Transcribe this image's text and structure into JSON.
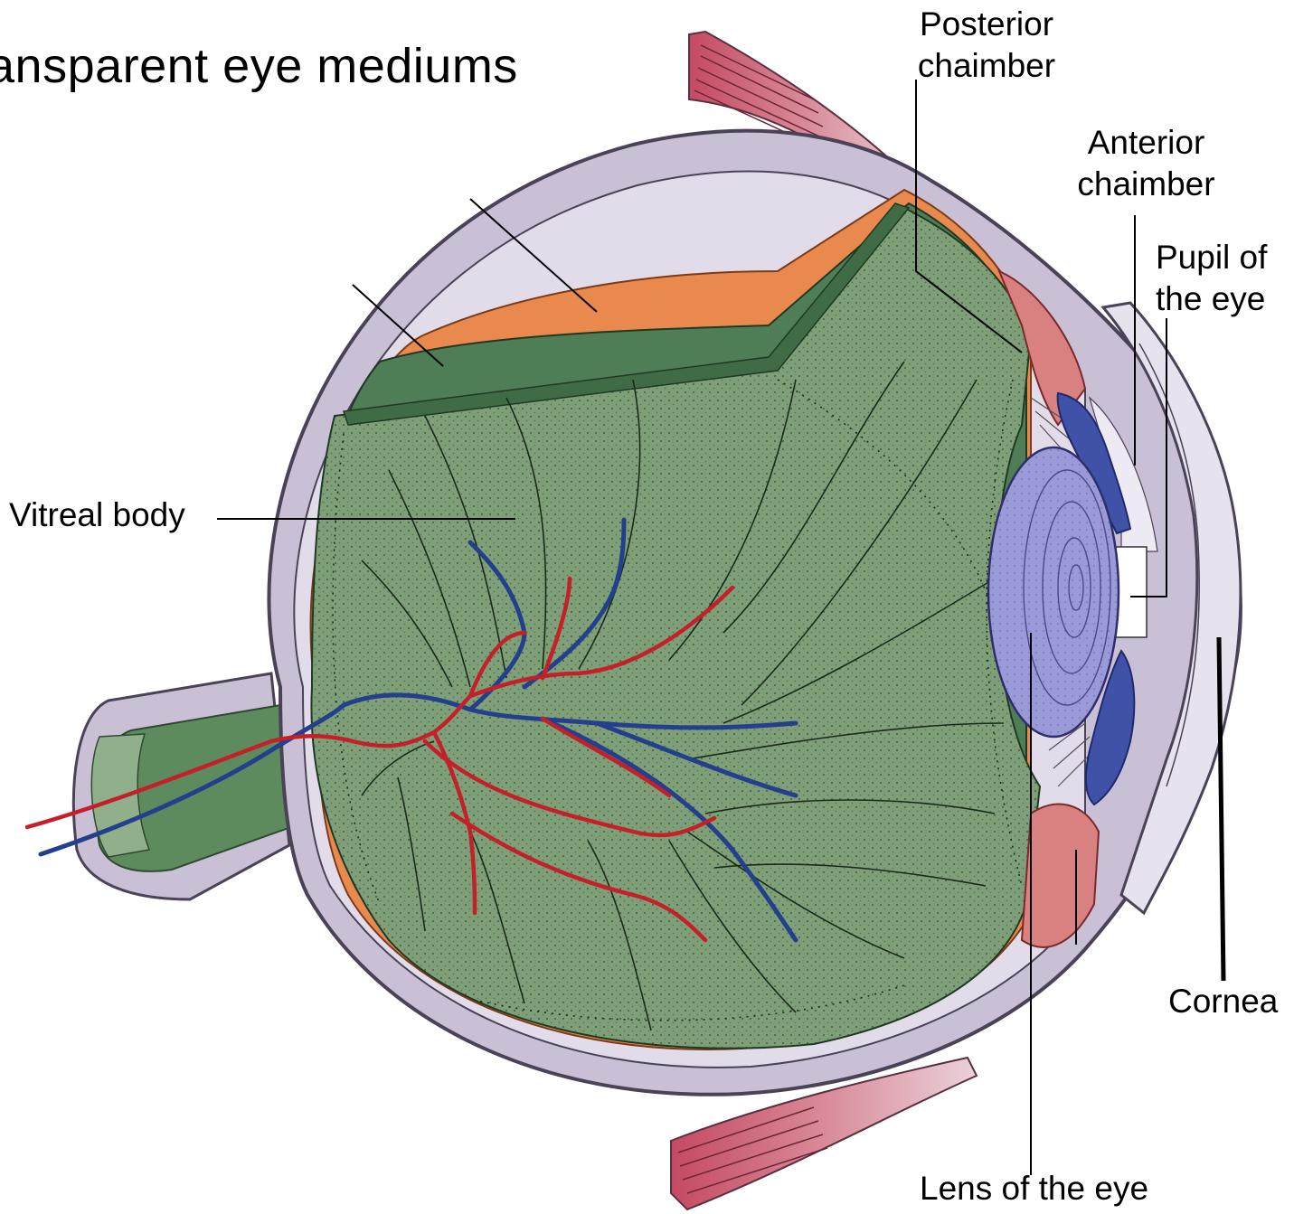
{
  "title": "ansparent eye mediums",
  "labels": {
    "posterior": [
      "Posterior",
      "chaimber"
    ],
    "anterior": [
      "Anterior",
      "chaimber"
    ],
    "pupil": [
      "Pupil of",
      "the eye"
    ],
    "vitreal": "Vitreal body",
    "cornea": "Cornea",
    "lens": "Lens of the eye"
  },
  "colors": {
    "sclera": "#c9c0d6",
    "sclera_edge": "#5a5266",
    "choroid": "#e9894d",
    "retina": "#4f7d55",
    "vitreous": "#7e9f78",
    "vitreous_light": "#9bb693",
    "lens": "#9b9ad8",
    "iris": "#3f52a8",
    "ciliary": "#d98080",
    "muscle": "#c2566b",
    "artery": "#c4202a",
    "vein": "#243f8c",
    "cornea_fill": "#e6e3ee"
  },
  "icons": {
    "diagram": "eye-cross-section-icon"
  }
}
